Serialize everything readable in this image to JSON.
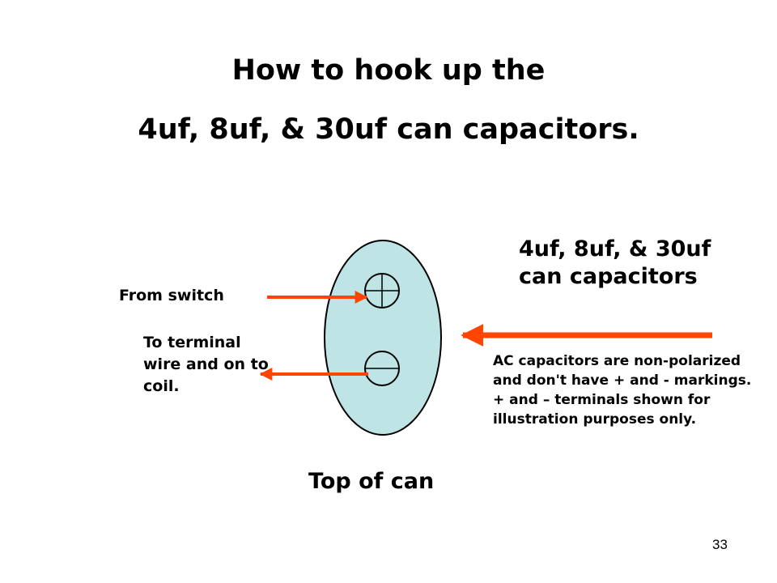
{
  "title": {
    "line1": "How to hook up the",
    "line2": "4uf, 8uf, & 30uf can capacitors."
  },
  "labels": {
    "from_switch": "From switch",
    "to_terminal": "To terminal wire and on to coil.",
    "capacitors": "4uf, 8uf, & 30uf can capacitors",
    "ac_note": "AC capacitors are non-polarized and don't have + and - markings. + and – terminals shown for illustration purposes only.",
    "top_of_can": "Top of can"
  },
  "page_number": "33",
  "colors": {
    "can_fill": "#bfe4e6",
    "arrow": "#ff4500",
    "outline": "#000000"
  },
  "icons": {
    "plus_terminal": "plus-terminal-icon",
    "minus_terminal": "minus-terminal-icon"
  }
}
